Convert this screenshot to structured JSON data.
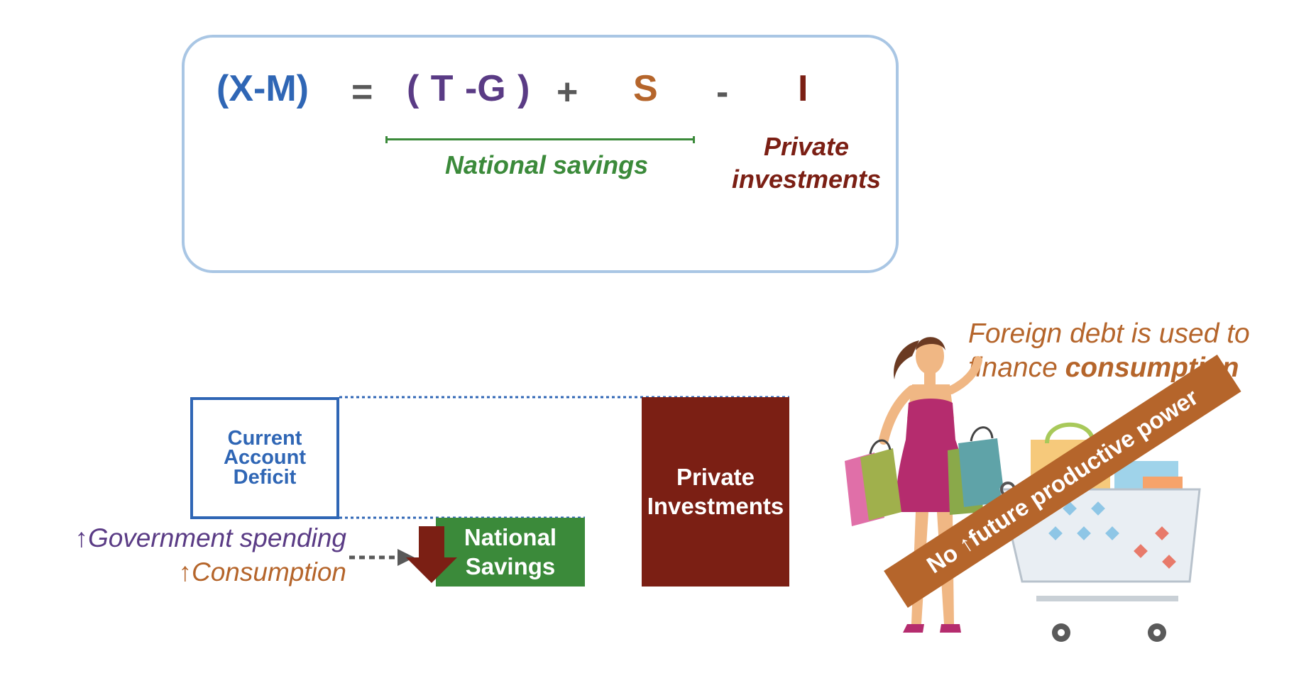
{
  "equation": {
    "xm": "(X-M)",
    "eq": "=",
    "tg": "( T -G )",
    "plus": "+",
    "s": "S",
    "minus": "-",
    "i": "I",
    "national_savings": "National savings",
    "private_line1": "Private",
    "private_line2": "investments"
  },
  "bars": {
    "cad_line1": "Current",
    "cad_line2": "Account",
    "cad_line3": "Deficit",
    "ns_line1": "National",
    "ns_line2": "Savings",
    "pi_line1": "Private",
    "pi_line2": "Investments"
  },
  "drivers": {
    "government": "↑Government spending",
    "consumption": "↑Consumption"
  },
  "caption": {
    "line1": "Foreign debt is used to",
    "line2_prefix": "finance ",
    "line2_emph": "consumption"
  },
  "banner": {
    "text": "No ↑future productive power"
  },
  "colors": {
    "blue": "#2f66b5",
    "purple": "#5a3b85",
    "orange": "#b5652b",
    "dark_red": "#7b1f14",
    "green": "#3b8a3a",
    "box_border": "#a9c6e4"
  }
}
